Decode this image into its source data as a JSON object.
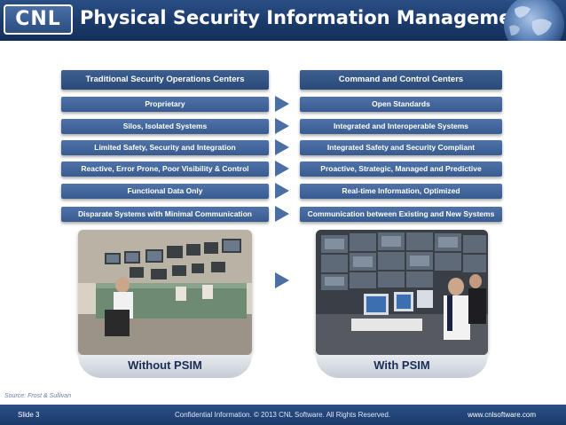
{
  "header": {
    "logo_text": "CNL",
    "title": "Physical Security Information Management"
  },
  "comparison": {
    "left_header": "Traditional Security Operations Centers",
    "right_header": "Command and Control Centers",
    "rows": [
      {
        "left": "Proprietary",
        "right": "Open Standards"
      },
      {
        "left": "Silos, Isolated Systems",
        "right": "Integrated and Interoperable Systems"
      },
      {
        "left": "Limited Safety, Security and Integration",
        "right": "Integrated Safety and Security Compliant"
      },
      {
        "left": "Reactive, Error Prone, Poor Visibility & Control",
        "right": "Proactive, Strategic, Managed and Predictive"
      },
      {
        "left": "Functional Data Only",
        "right": "Real-time Information, Optimized"
      },
      {
        "left": "Disparate Systems with Minimal Communication",
        "right": "Communication between Existing and New Systems"
      }
    ]
  },
  "photos": {
    "left_caption": "Without PSIM",
    "right_caption": "With PSIM"
  },
  "source": "Source: Frost & Sullivan",
  "footer": {
    "slide": "Slide 3",
    "confidential": "Confidential Information. © 2013 CNL Software. All Rights Reserved.",
    "url": "www.cnlsoftware.com"
  },
  "colors": {
    "header_blue": "#1b3a6b",
    "box_blue": "#4f73a8",
    "arrow_blue": "#4a6fa5"
  }
}
